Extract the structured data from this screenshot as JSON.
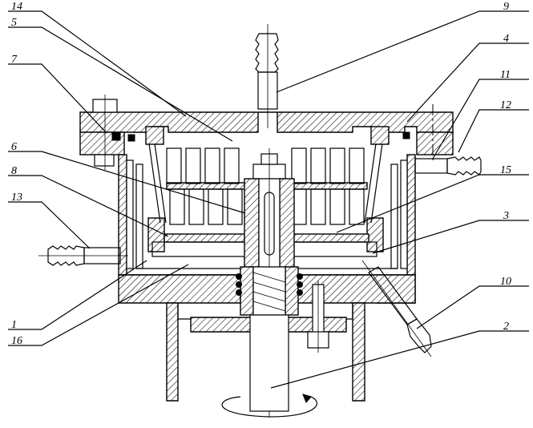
{
  "labels": [
    {
      "id": "l14",
      "text": "14"
    },
    {
      "id": "l5",
      "text": "5"
    },
    {
      "id": "l7",
      "text": "7"
    },
    {
      "id": "l6",
      "text": "6"
    },
    {
      "id": "l8",
      "text": "8"
    },
    {
      "id": "l13",
      "text": "13"
    },
    {
      "id": "l1",
      "text": "1"
    },
    {
      "id": "l16",
      "text": "16"
    },
    {
      "id": "l9",
      "text": "9"
    },
    {
      "id": "l4",
      "text": "4"
    },
    {
      "id": "l11",
      "text": "11"
    },
    {
      "id": "l12",
      "text": "12"
    },
    {
      "id": "l15",
      "text": "15"
    },
    {
      "id": "l3",
      "text": "3"
    },
    {
      "id": "l10",
      "text": "10"
    },
    {
      "id": "l2",
      "text": "2"
    }
  ]
}
